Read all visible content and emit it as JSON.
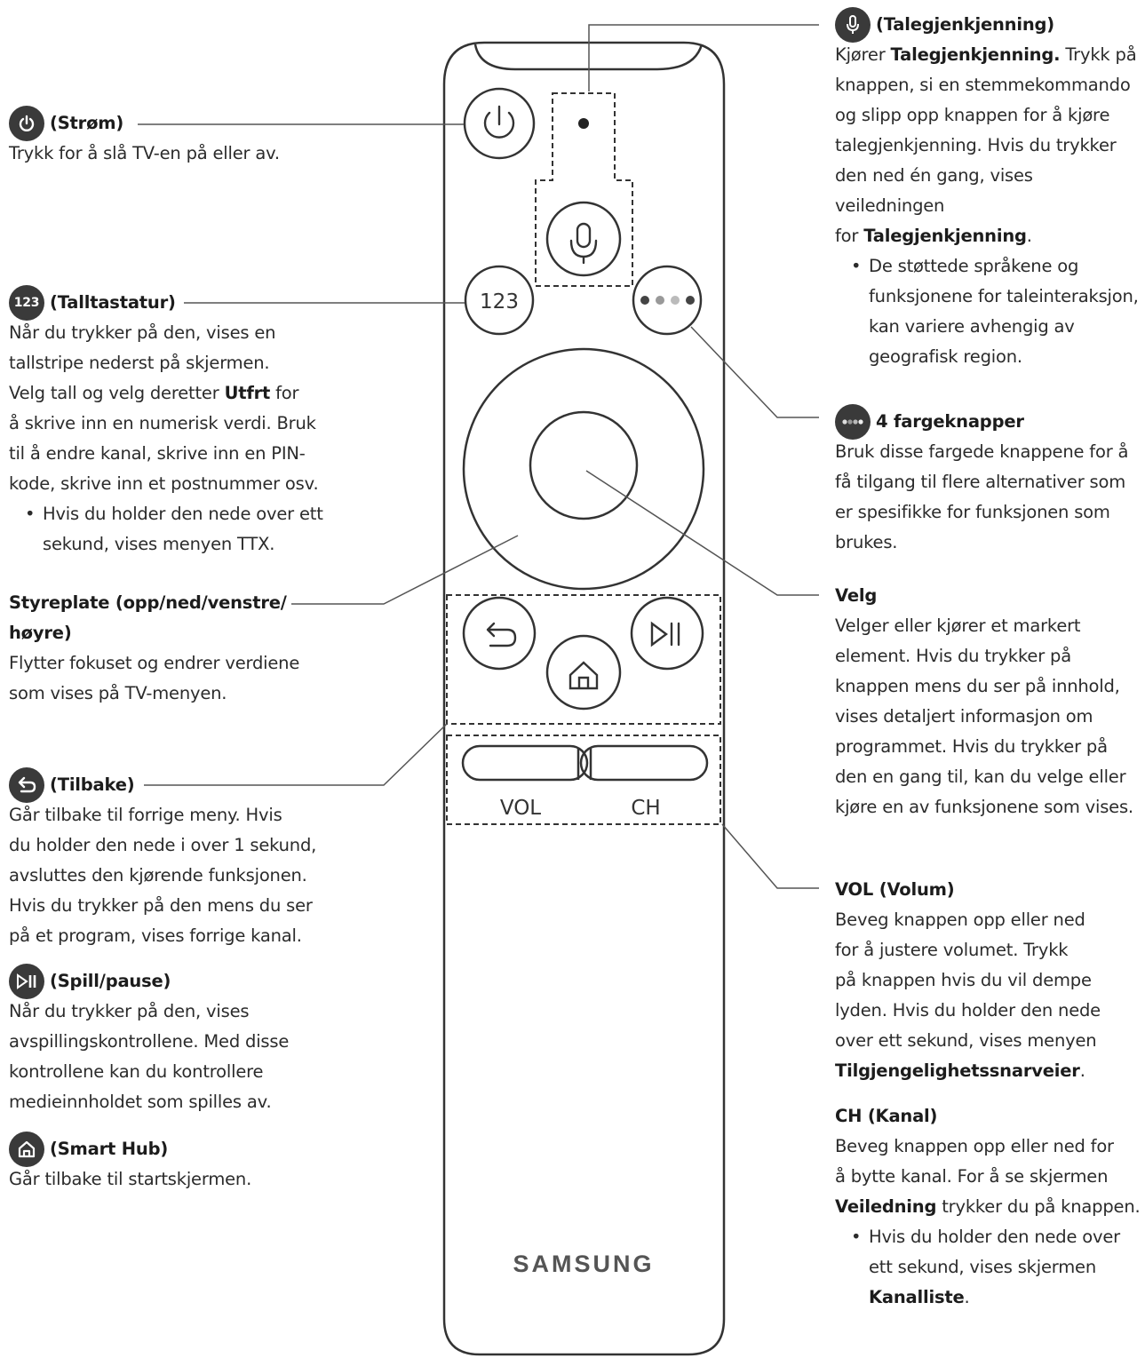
{
  "remote": {
    "btn_123": "123",
    "vol": "VOL",
    "ch": "CH",
    "brand": "SAMSUNG"
  },
  "left": {
    "power": {
      "title": "(Strøm)",
      "line1": "Trykk for å slå TV-en på eller av."
    },
    "numpad": {
      "icon": "123",
      "title": "(Talltastatur)",
      "lines": [
        "Når du trykker på den, vises en",
        "tallstripe nederst på skjermen.",
        "Velg tall og velg deretter ",
        "å skrive inn en numerisk verdi. Bruk",
        "til å endre kanal, skrive inn en PIN-",
        "kode, skrive inn et postnummer osv."
      ],
      "bold_utfrt": "Utfrt",
      "after_utfrt": " for",
      "bullet1": "Hvis du holder den nede over ett",
      "bullet2": "sekund, vises menyen TTX."
    },
    "dpad": {
      "title1": "Styreplate (opp/ned/venstre/",
      "title2": "høyre)",
      "line1": "Flytter fokuset og endrer verdiene",
      "line2": "som vises på TV-menyen."
    },
    "back": {
      "title": "(Tilbake)",
      "lines": [
        "Går tilbake til forrige meny. Hvis",
        "du holder den nede i over 1 sekund,",
        "avsluttes den kjørende funksjonen.",
        "Hvis du trykker på den mens du ser",
        "på et program, vises forrige kanal."
      ]
    },
    "playpause": {
      "title": "(Spill/pause)",
      "lines": [
        "Når du trykker på den, vises",
        "avspillingskontrollene. Med disse",
        "kontrollene kan du kontrollere",
        "medieinnholdet som spilles av."
      ]
    },
    "home": {
      "title": "(Smart Hub)",
      "line1": "Går tilbake til startskjermen."
    }
  },
  "right": {
    "voice": {
      "title": "(Talegjenkjenning)",
      "l1a": "Kjører ",
      "l1b": "Talegjenkjenning.",
      "l1c": " Trykk på",
      "l2": "knappen, si en stemmekommando",
      "l3": "og slipp opp knappen for å kjøre",
      "l4": "talegjenkjenning. Hvis du trykker",
      "l5": "den ned én gang, vises veiledningen",
      "l6a": "for ",
      "l6b": "Talegjenkjenning",
      "l6c": ".",
      "bullet1": "De støttede språkene og",
      "bullet2": "funksjonene for taleinteraksjon,",
      "bullet3": "kan variere avhengig av",
      "bullet4": "geografisk region."
    },
    "colors": {
      "title": "4 fargeknapper",
      "lines": [
        "Bruk disse fargede knappene for å",
        "få tilgang til flere alternativer som",
        "er spesifikke for funksjonen som",
        "brukes."
      ]
    },
    "select": {
      "title": "Velg",
      "lines": [
        "Velger eller kjører et markert",
        "element. Hvis du trykker på",
        "knappen mens du ser på innhold,",
        "vises detaljert informasjon om",
        "programmet. Hvis du trykker på",
        "den en gang til, kan du velge eller",
        "kjøre en av funksjonene som vises."
      ]
    },
    "volume": {
      "title": "VOL (Volum)",
      "lines": [
        "Beveg knappen opp eller ned",
        "for å justere volumet. Trykk",
        "på knappen hvis du vil dempe",
        "lyden. Hvis du holder den nede",
        "over ett sekund, vises menyen"
      ],
      "bold_last": "Tilgjengelighetssnarveier",
      "last_tail": "."
    },
    "channel": {
      "title": "CH (Kanal)",
      "l1": "Beveg knappen opp eller ned for",
      "l2": "å bytte kanal. For å se skjermen",
      "l3a": "Veiledning",
      "l3b": " trykker du på knappen.",
      "bullet1": "Hvis du holder den nede over",
      "bullet2": "ett sekund, vises skjermen",
      "bullet3": "Kanalliste",
      "bullet3_tail": "."
    }
  }
}
